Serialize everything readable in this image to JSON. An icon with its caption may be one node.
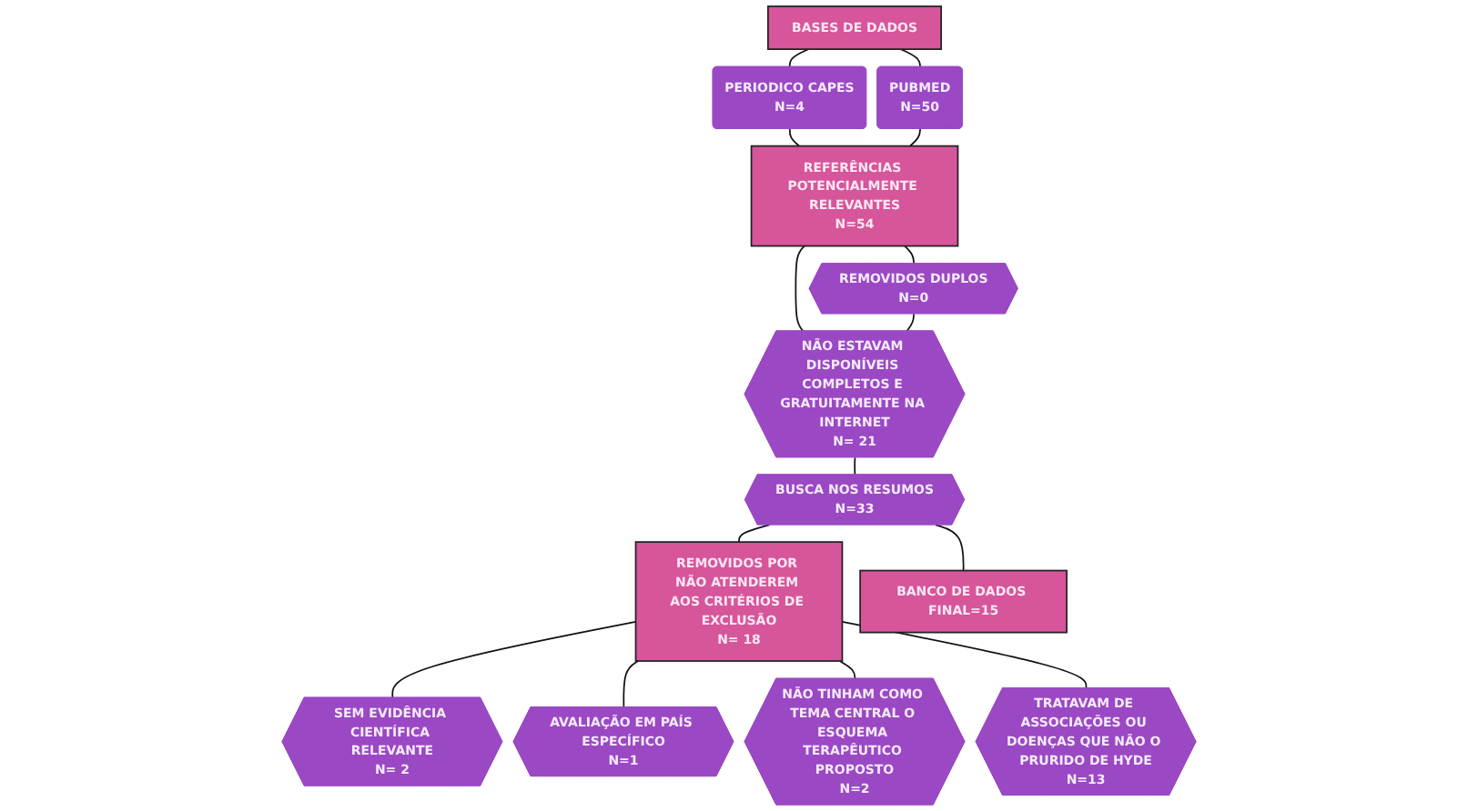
{
  "diagram": {
    "nodes": [
      {
        "text": [
          "PERIODICO CAPES",
          "N=4"
        ]
      },
      {
        "text": [
          "PUBMED",
          "N=50"
        ]
      },
      {
        "text": [
          "REMOVIDOS DUPLOS",
          "N=0"
        ]
      },
      {
        "text": [
          "SEM EVIDÊNCIA CIENTÍFICA RELEVANTE",
          "N= 2"
        ]
      },
      {
        "text": [
          "BASES DE DADOS"
        ]
      },
      {
        "text": [
          "REFERÊNCIAS POTENCIALMENTE RELEVANTES",
          "N=54"
        ]
      },
      {
        "text": [
          "NÃO ESTAVAM DISPONÍVEIS COMPLETOS E GRATUITAMENTE NA INTERNET",
          "N= 21"
        ]
      },
      {
        "text": [
          "AVALIAÇÃO EM PAÍS ESPECÍFICO",
          "N=1"
        ]
      },
      {
        "text": [
          "REMOVIDOS POR NÃO ATENDEREM AOS CRITÉRIOS DE EXCLUSÃO",
          "N= 18"
        ]
      },
      {
        "text": [
          "BUSCA NOS RESUMOS",
          "N=33"
        ]
      },
      {
        "text": [
          "NÃO TINHAM COMO TEMA CENTRAL O ESQUEMA TERAPÊUTICO PROPOSTO",
          "N=2"
        ]
      },
      {
        "text": [
          "BANCO DE DADOS FINAL=15"
        ]
      },
      {
        "text": [
          "TRATAVAM DE ASSOCIAÇÕES OU DOENÇAS QUE NÃO O PRURIDO DE HYDE",
          "N=13"
        ]
      }
    ],
    "edges": [
      {
        "from": 4,
        "to": 0,
        "arrow": "none"
      },
      {
        "from": 4,
        "to": 1,
        "arrow": "none"
      },
      {
        "from": 0,
        "to": 5,
        "arrow": "none"
      },
      {
        "from": 1,
        "to": 5,
        "arrow": "none"
      },
      {
        "from": 5,
        "to": 2,
        "arrow": "none"
      },
      {
        "from": 5,
        "to": 6,
        "arrow": "none"
      },
      {
        "from": 2,
        "to": 6,
        "arrow": "none"
      },
      {
        "from": 6,
        "to": 9,
        "arrow": "none"
      },
      {
        "from": 9,
        "to": 8,
        "arrow": "none"
      },
      {
        "from": 9,
        "to": 11,
        "arrow": "none"
      },
      {
        "from": 8,
        "to": 3,
        "arrow": "none"
      },
      {
        "from": 8,
        "to": 7,
        "arrow": "none"
      },
      {
        "from": 8,
        "to": 10,
        "arrow": "none"
      },
      {
        "from": 8,
        "to": 12,
        "arrow": "none"
      }
    ]
  }
}
